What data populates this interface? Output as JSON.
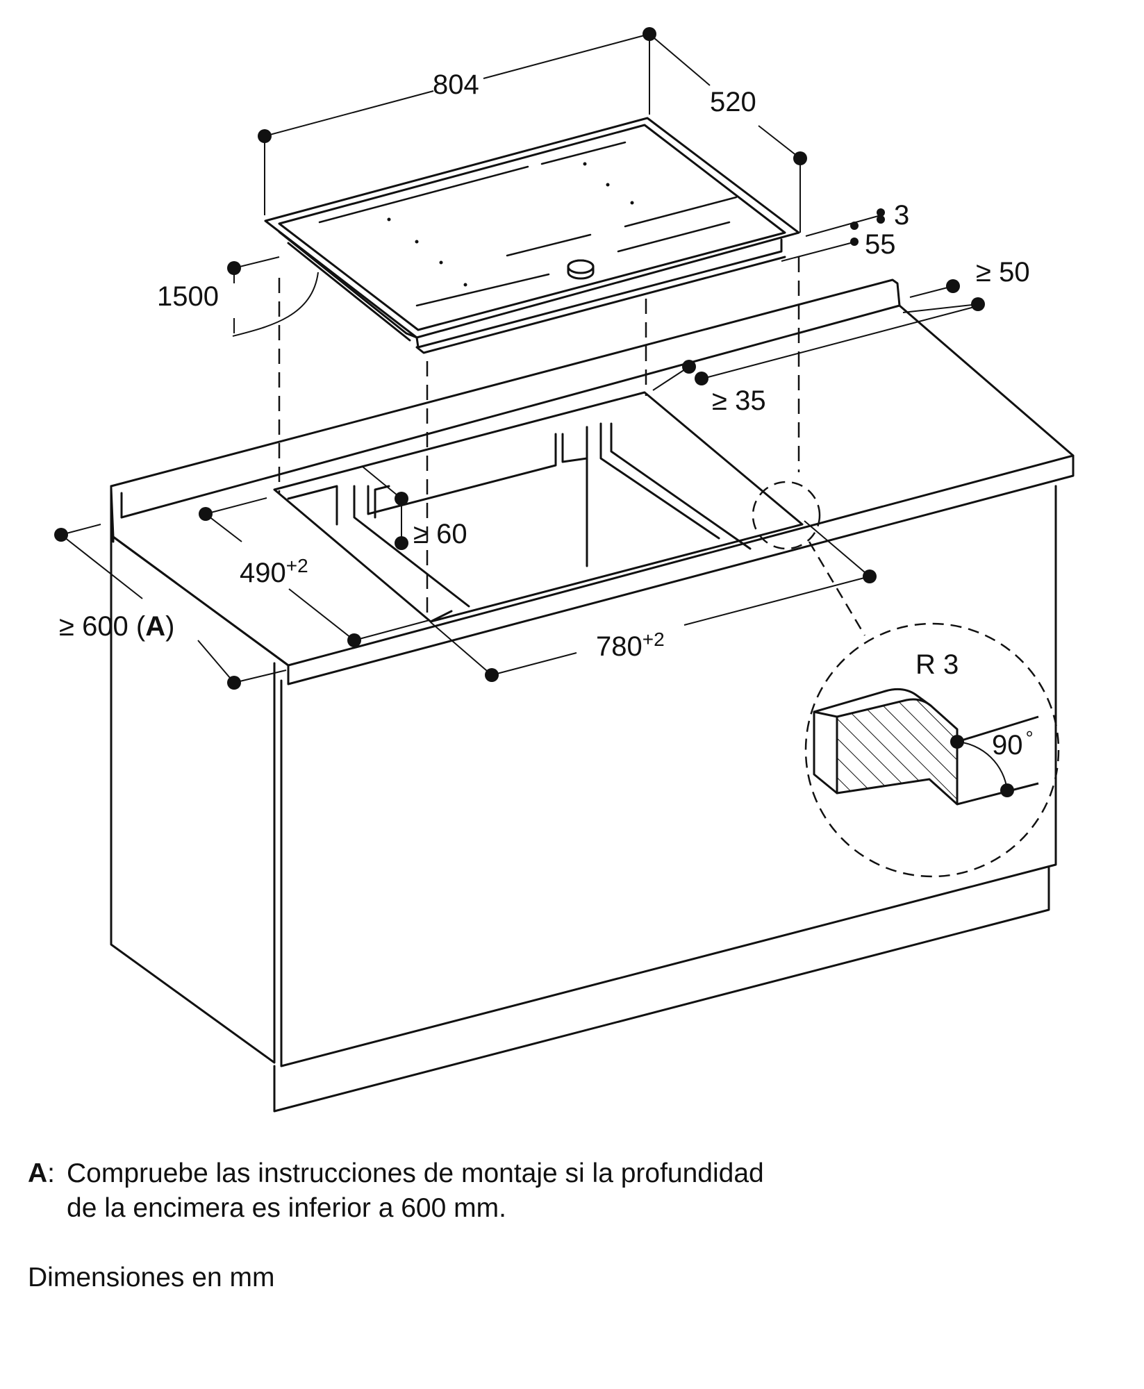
{
  "dimensions": {
    "hob_width": "804",
    "hob_depth": "520",
    "glass_thickness": "3",
    "hob_height": "55",
    "cable_length": "1500",
    "rear_clearance": "≥ 50",
    "cutout_rear_clearance": "≥ 35",
    "frame_clearance": "≥ 60",
    "cutout_depth": "490",
    "cutout_depth_tol": "+2",
    "cutout_width": "780",
    "cutout_width_tol": "+2",
    "worktop_depth": "≥ 600 (",
    "worktop_depth_ref": "A",
    "worktop_depth_close": ")",
    "corner_radius": "R 3",
    "corner_angle": "90",
    "corner_angle_unit": "°"
  },
  "notes": [
    {
      "key": "A",
      "line1": "Compruebe las instrucciones de montaje si la profundidad",
      "line2": "de la encimera es inferior a 600 mm."
    }
  ],
  "units_note": "Dimensiones en mm"
}
